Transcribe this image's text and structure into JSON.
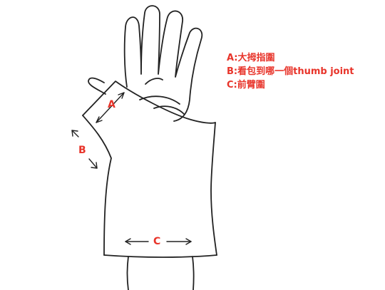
{
  "diagram": {
    "line_color": "#222222",
    "accent_color": "#e8342a",
    "labels": {
      "a": "A",
      "b": "B",
      "c": "C"
    },
    "legend": [
      "A:大拇指圍",
      "B:看包到哪一個thumb joint",
      "C:前臂圍"
    ]
  }
}
